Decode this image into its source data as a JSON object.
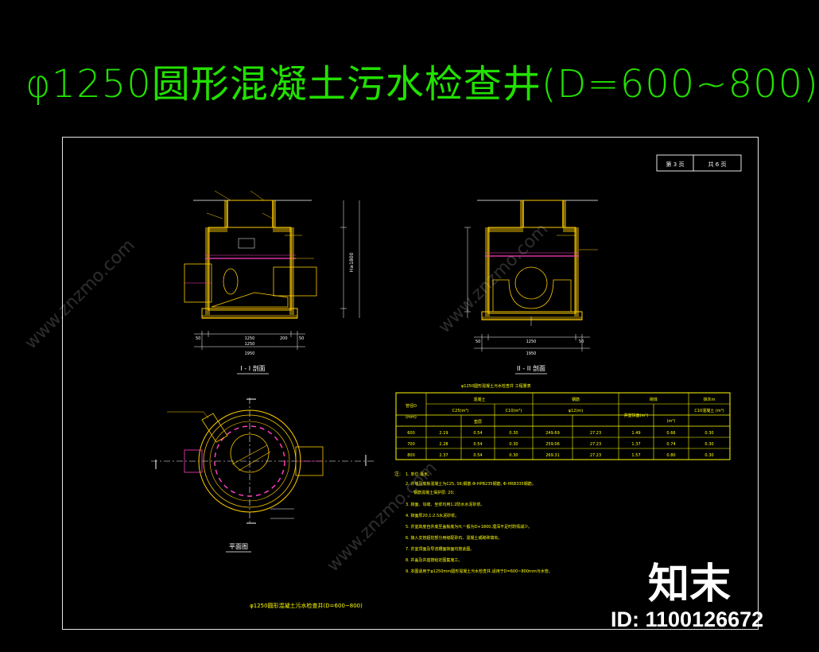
{
  "title": "φ1250圆形混凝土污水检查井(D=600~800)",
  "sheet": {
    "page_a": "第 3 页",
    "page_b": "共 6 页"
  },
  "section_labels": {
    "s1": "I - I 剖面",
    "s2": "II - II 剖面",
    "plan": "平面图"
  },
  "dims": {
    "left": {
      "d1": "50",
      "d2": "1250",
      "d3": "200",
      "d4": "50",
      "total1": "1250",
      "total2": "1950",
      "h": "H≥1800"
    },
    "right": {
      "d1": "50",
      "d2": "1250",
      "d3": "50",
      "total": "1950"
    }
  },
  "drawing_caption": "φ1250圆形混凝土污水检查井(D=600~800)",
  "table": {
    "caption": "φ1250圆形混凝土污水检查井 工程量表",
    "headers": [
      "管径D",
      "混凝土",
      "",
      "钢筋",
      "",
      "砌体",
      "",
      "抹灰m"
    ],
    "sub_headers": [
      "(mm)",
      "C25(m³)",
      "垫层",
      "C10(m³)",
      "φ12(m)",
      "",
      "井室抹面(m²)",
      "(m³)",
      "C10混凝土 (m³)"
    ],
    "rows": [
      [
        "600",
        "2.19",
        "0.54",
        "0.30",
        "249.69",
        "27.23",
        "1.49",
        "0.66",
        "0.30"
      ],
      [
        "700",
        "2.28",
        "0.54",
        "0.30",
        "259.06",
        "27.23",
        "1.37",
        "0.74",
        "0.30"
      ],
      [
        "800",
        "2.37",
        "0.54",
        "0.30",
        "269.31",
        "27.23",
        "1.57",
        "0.80",
        "0.30"
      ]
    ]
  },
  "notes": {
    "label": "注:",
    "items": [
      "1. 单位:毫米。",
      "2. 井墙及底板混凝土为C25, S6;钢筋:Φ-HPB235钢筋, Φ-HRB335钢筋。",
      "钢筋混凝土保护层: 20;",
      "3. 抹面、勾缝、坐浆均用1:2防水水泥砂浆。",
      "4. 抹面厚20,1:2.5水泥砂浆。",
      "5. 井室高度自井底至盖板底为H,一般为D+1800,埋深不足时酌情减少。",
      "6. 接入支管超挖部分用级配砂石、混凝土或砌砖填实。",
      "7. 井室顶面及导流槽面抹面均按此图。",
      "8. 井盖及井座按给定图集施工。",
      "9. 本图适用于φ1250mm圆形混凝土污水检查井,适用于D=600~800mm污水管。"
    ]
  },
  "watermark": {
    "brand": "知末",
    "id": "ID: 1100126672",
    "site": "www.znzmo.com"
  },
  "colors": {
    "title": "#22e000",
    "frame": "#e6e6e6",
    "wall": "#ffcc00",
    "hatch": "#ff3fbf",
    "table": "#ffff00",
    "notes": "#ffff00",
    "ground": "#c0c0c0",
    "dim": "#ffffff"
  }
}
